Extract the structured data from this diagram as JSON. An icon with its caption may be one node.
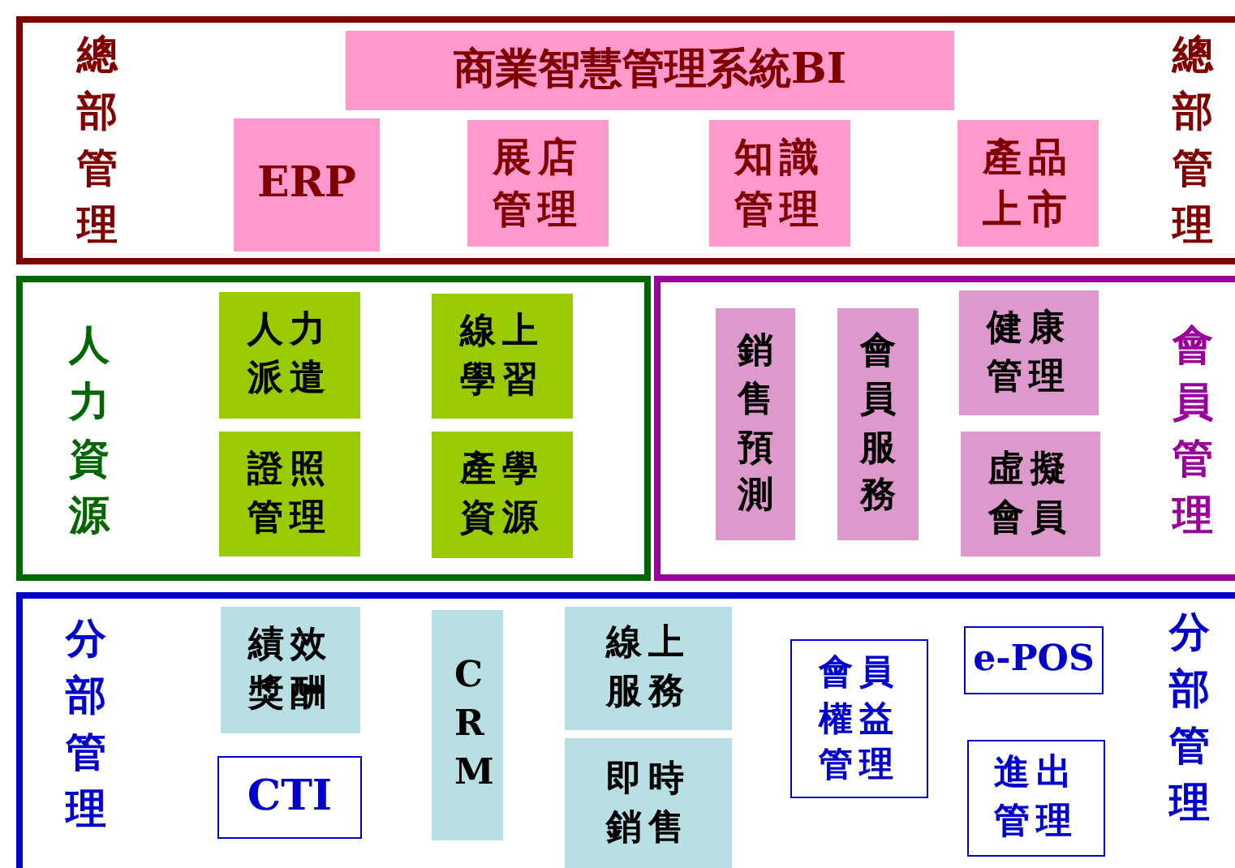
{
  "diagram": {
    "nodes": [
      {
        "text": [
          "總部管理",
          "總部管理"
        ]
      },
      {
        "text": [
          "商業智慧管理系統BI"
        ],
        "in": 0
      },
      {
        "text": [
          "ERP"
        ],
        "in": 0
      },
      {
        "text": [
          "展店管理"
        ],
        "in": 0
      },
      {
        "text": [
          "知識管理"
        ],
        "in": 0
      },
      {
        "text": [
          "產品上市"
        ],
        "in": 0
      },
      {
        "text": [
          "人力資源"
        ]
      },
      {
        "text": [
          "人力派遣"
        ],
        "in": 6
      },
      {
        "text": [
          "線上學習"
        ],
        "in": 6
      },
      {
        "text": [
          "證照管理"
        ],
        "in": 6
      },
      {
        "text": [
          "產學資源"
        ],
        "in": 6
      },
      {
        "text": [
          "會員管理"
        ]
      },
      {
        "text": [
          "銷售預測"
        ],
        "in": 11
      },
      {
        "text": [
          "會員服務"
        ],
        "in": 11
      },
      {
        "text": [
          "健康管理"
        ],
        "in": 11
      },
      {
        "text": [
          "虛擬會員"
        ],
        "in": 11
      },
      {
        "text": [
          "分部管理",
          "分部管理"
        ]
      },
      {
        "text": [
          "績效獎酬"
        ],
        "in": 16
      },
      {
        "text": [
          "CTI"
        ],
        "in": 16
      },
      {
        "text": [
          "CRM"
        ],
        "in": 16
      },
      {
        "text": [
          "線上服務"
        ],
        "in": 16
      },
      {
        "text": [
          "即時銷售"
        ],
        "in": 16
      },
      {
        "text": [
          "會員權益管理"
        ],
        "in": 16
      },
      {
        "text": [
          "e-POS"
        ],
        "in": 16
      },
      {
        "text": [
          "進出管理"
        ],
        "in": 16
      }
    ],
    "edges": []
  }
}
